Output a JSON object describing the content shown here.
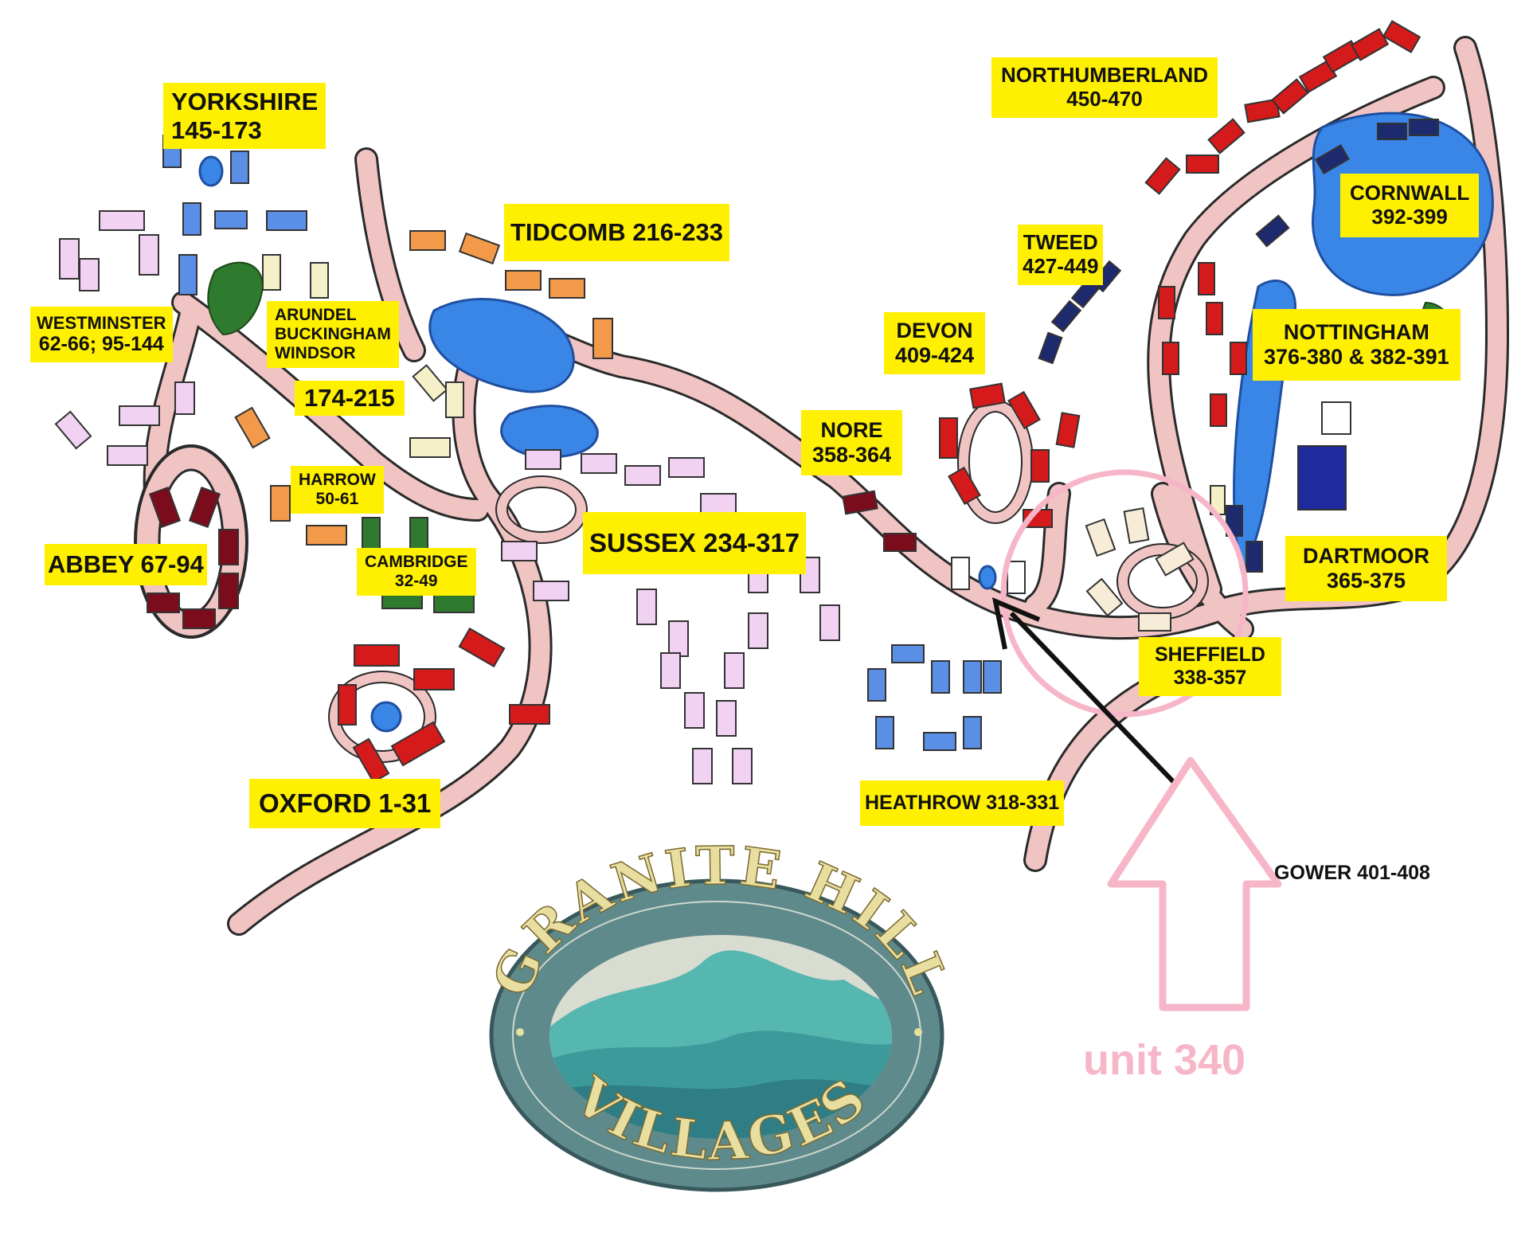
{
  "map": {
    "colors": {
      "road": "#f1c4c4",
      "road_edge": "#2a2a2a",
      "water": "#3a86e6",
      "label_bg": "#ffef00",
      "highlight": "#f6b6c8",
      "building_red": "#d41a1a",
      "building_darkred": "#7a0c1c",
      "building_orange": "#f39a4a",
      "building_lavender": "#f0c8f0",
      "building_blue": "#5b8fe6",
      "building_navy": "#1e2a6e",
      "building_green": "#2e7a2e",
      "building_cream": "#f6f0c8",
      "building_white": "#ffffff"
    },
    "labels": {
      "yorkshire": [
        "YORKSHIRE",
        "145-173"
      ],
      "tidcomb": [
        "TIDCOMB 216-233"
      ],
      "westminster": [
        "WESTMINSTER",
        "62-66; 95-144"
      ],
      "arundel": [
        "ARUNDEL",
        "BUCKINGHAM",
        "WINDSOR"
      ],
      "arundel_units": [
        "174-215"
      ],
      "harrow": [
        "HARROW",
        "50-61"
      ],
      "abbey": [
        "ABBEY 67-94"
      ],
      "cambridge": [
        "CAMBRIDGE",
        "32-49"
      ],
      "sussex": [
        "SUSSEX 234-317"
      ],
      "oxford": [
        "OXFORD 1-31"
      ],
      "nore": [
        "NORE",
        "358-364"
      ],
      "devon": [
        "DEVON",
        "409-424"
      ],
      "tweed": [
        "TWEED",
        "427-449"
      ],
      "northumberland": [
        "NORTHUMBERLAND",
        "450-470"
      ],
      "cornwall": [
        "CORNWALL",
        "392-399"
      ],
      "nottingham": [
        "NOTTINGHAM",
        "376-380 & 382-391"
      ],
      "dartmoor": [
        "DARTMOOR",
        "365-375"
      ],
      "sheffield": [
        "SHEFFIELD",
        "338-357"
      ],
      "heathrow": [
        "HEATHROW 318-331"
      ]
    },
    "gower": "GOWER 401-408",
    "unit_note": "unit 340",
    "logo": {
      "top": "GRANITE HILL",
      "bottom": "VILLAGES"
    }
  }
}
